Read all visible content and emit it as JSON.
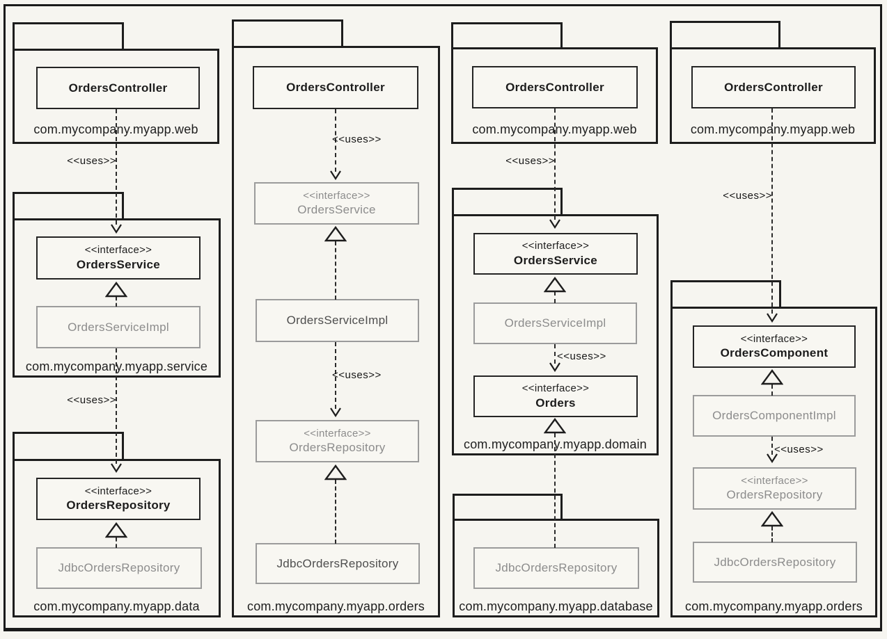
{
  "meta": {
    "uses": "<<uses>>",
    "interface_stereotype": "<<interface>>",
    "line_color": "#1d1d1d",
    "gray_color": "#8c8c8c",
    "paper_color": "#f6f5f0"
  },
  "col1": {
    "web": {
      "pkg": "com.mycompany.myapp.web",
      "controller": "OrdersController"
    },
    "service": {
      "pkg": "com.mycompany.myapp.service",
      "iface": "OrdersService",
      "impl": "OrdersServiceImpl"
    },
    "data": {
      "pkg": "com.mycompany.myapp.data",
      "iface": "OrdersRepository",
      "impl": "JdbcOrdersRepository"
    }
  },
  "col2": {
    "orders": {
      "pkg": "com.mycompany.myapp.orders",
      "controller": "OrdersController",
      "service_iface": "OrdersService",
      "service_impl": "OrdersServiceImpl",
      "repo_iface": "OrdersRepository",
      "repo_impl": "JdbcOrdersRepository"
    }
  },
  "col3": {
    "web": {
      "pkg": "com.mycompany.myapp.web",
      "controller": "OrdersController"
    },
    "domain": {
      "pkg": "com.mycompany.myapp.domain",
      "service_iface": "OrdersService",
      "service_impl": "OrdersServiceImpl",
      "orders_iface": "Orders"
    },
    "database": {
      "pkg": "com.mycompany.myapp.database",
      "impl": "JdbcOrdersRepository"
    }
  },
  "col4": {
    "web": {
      "pkg": "com.mycompany.myapp.web",
      "controller": "OrdersController"
    },
    "orders": {
      "pkg": "com.mycompany.myapp.orders",
      "component_iface": "OrdersComponent",
      "component_impl": "OrdersComponentImpl",
      "repo_iface": "OrdersRepository",
      "repo_impl": "JdbcOrdersRepository"
    }
  }
}
